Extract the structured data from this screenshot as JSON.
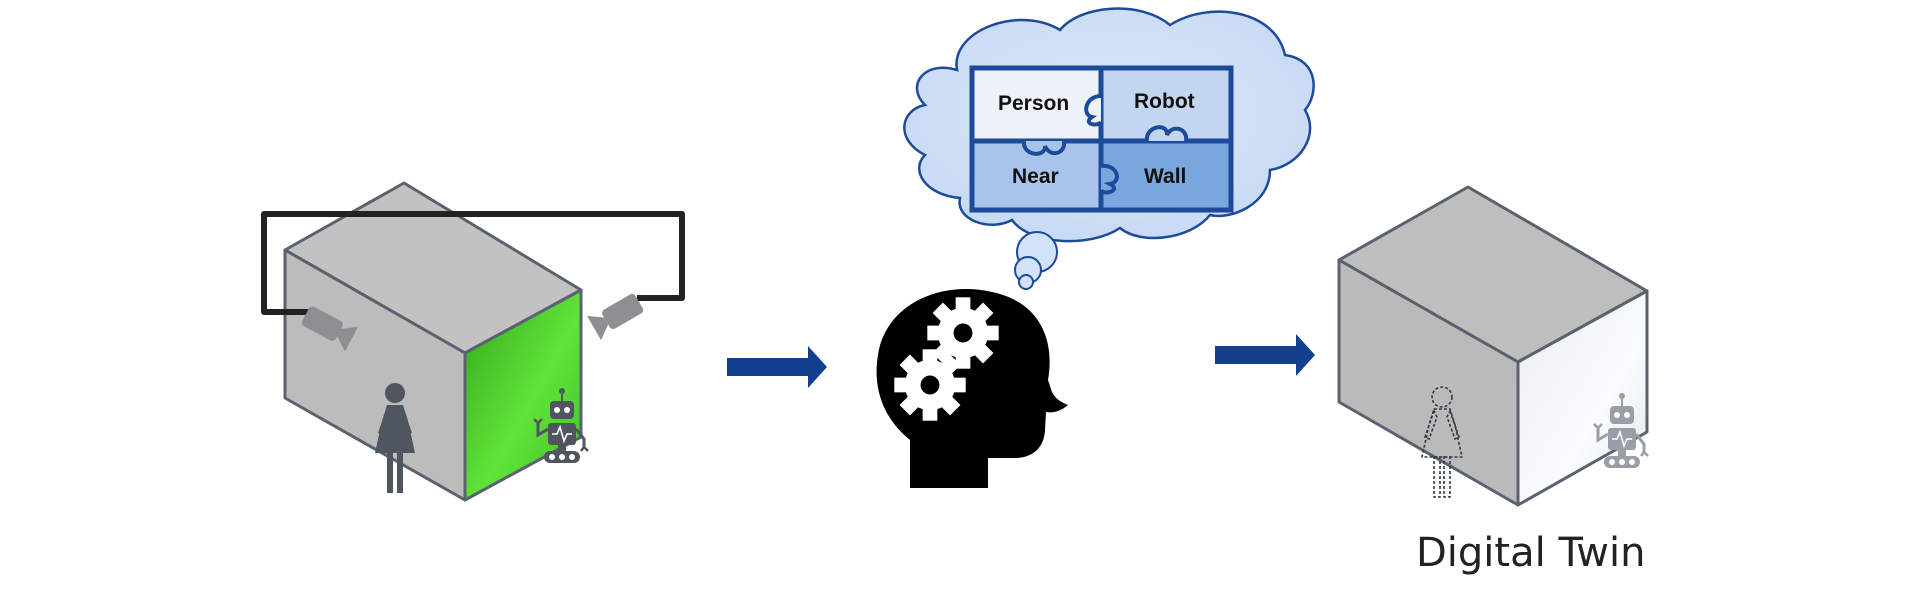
{
  "thought_labels": {
    "person": "Person",
    "robot": "Robot",
    "near": "Near",
    "wall": "Wall"
  },
  "caption": "Digital Twin",
  "colors": {
    "arrow": "#123f8e",
    "cloud_fill": "#d2e2f8",
    "cloud_stroke": "#1d4a9a",
    "cube_gray": "#bebebe",
    "green_face": "#52d12a",
    "icon_gray": "#4f5660",
    "head_black": "#000000"
  }
}
